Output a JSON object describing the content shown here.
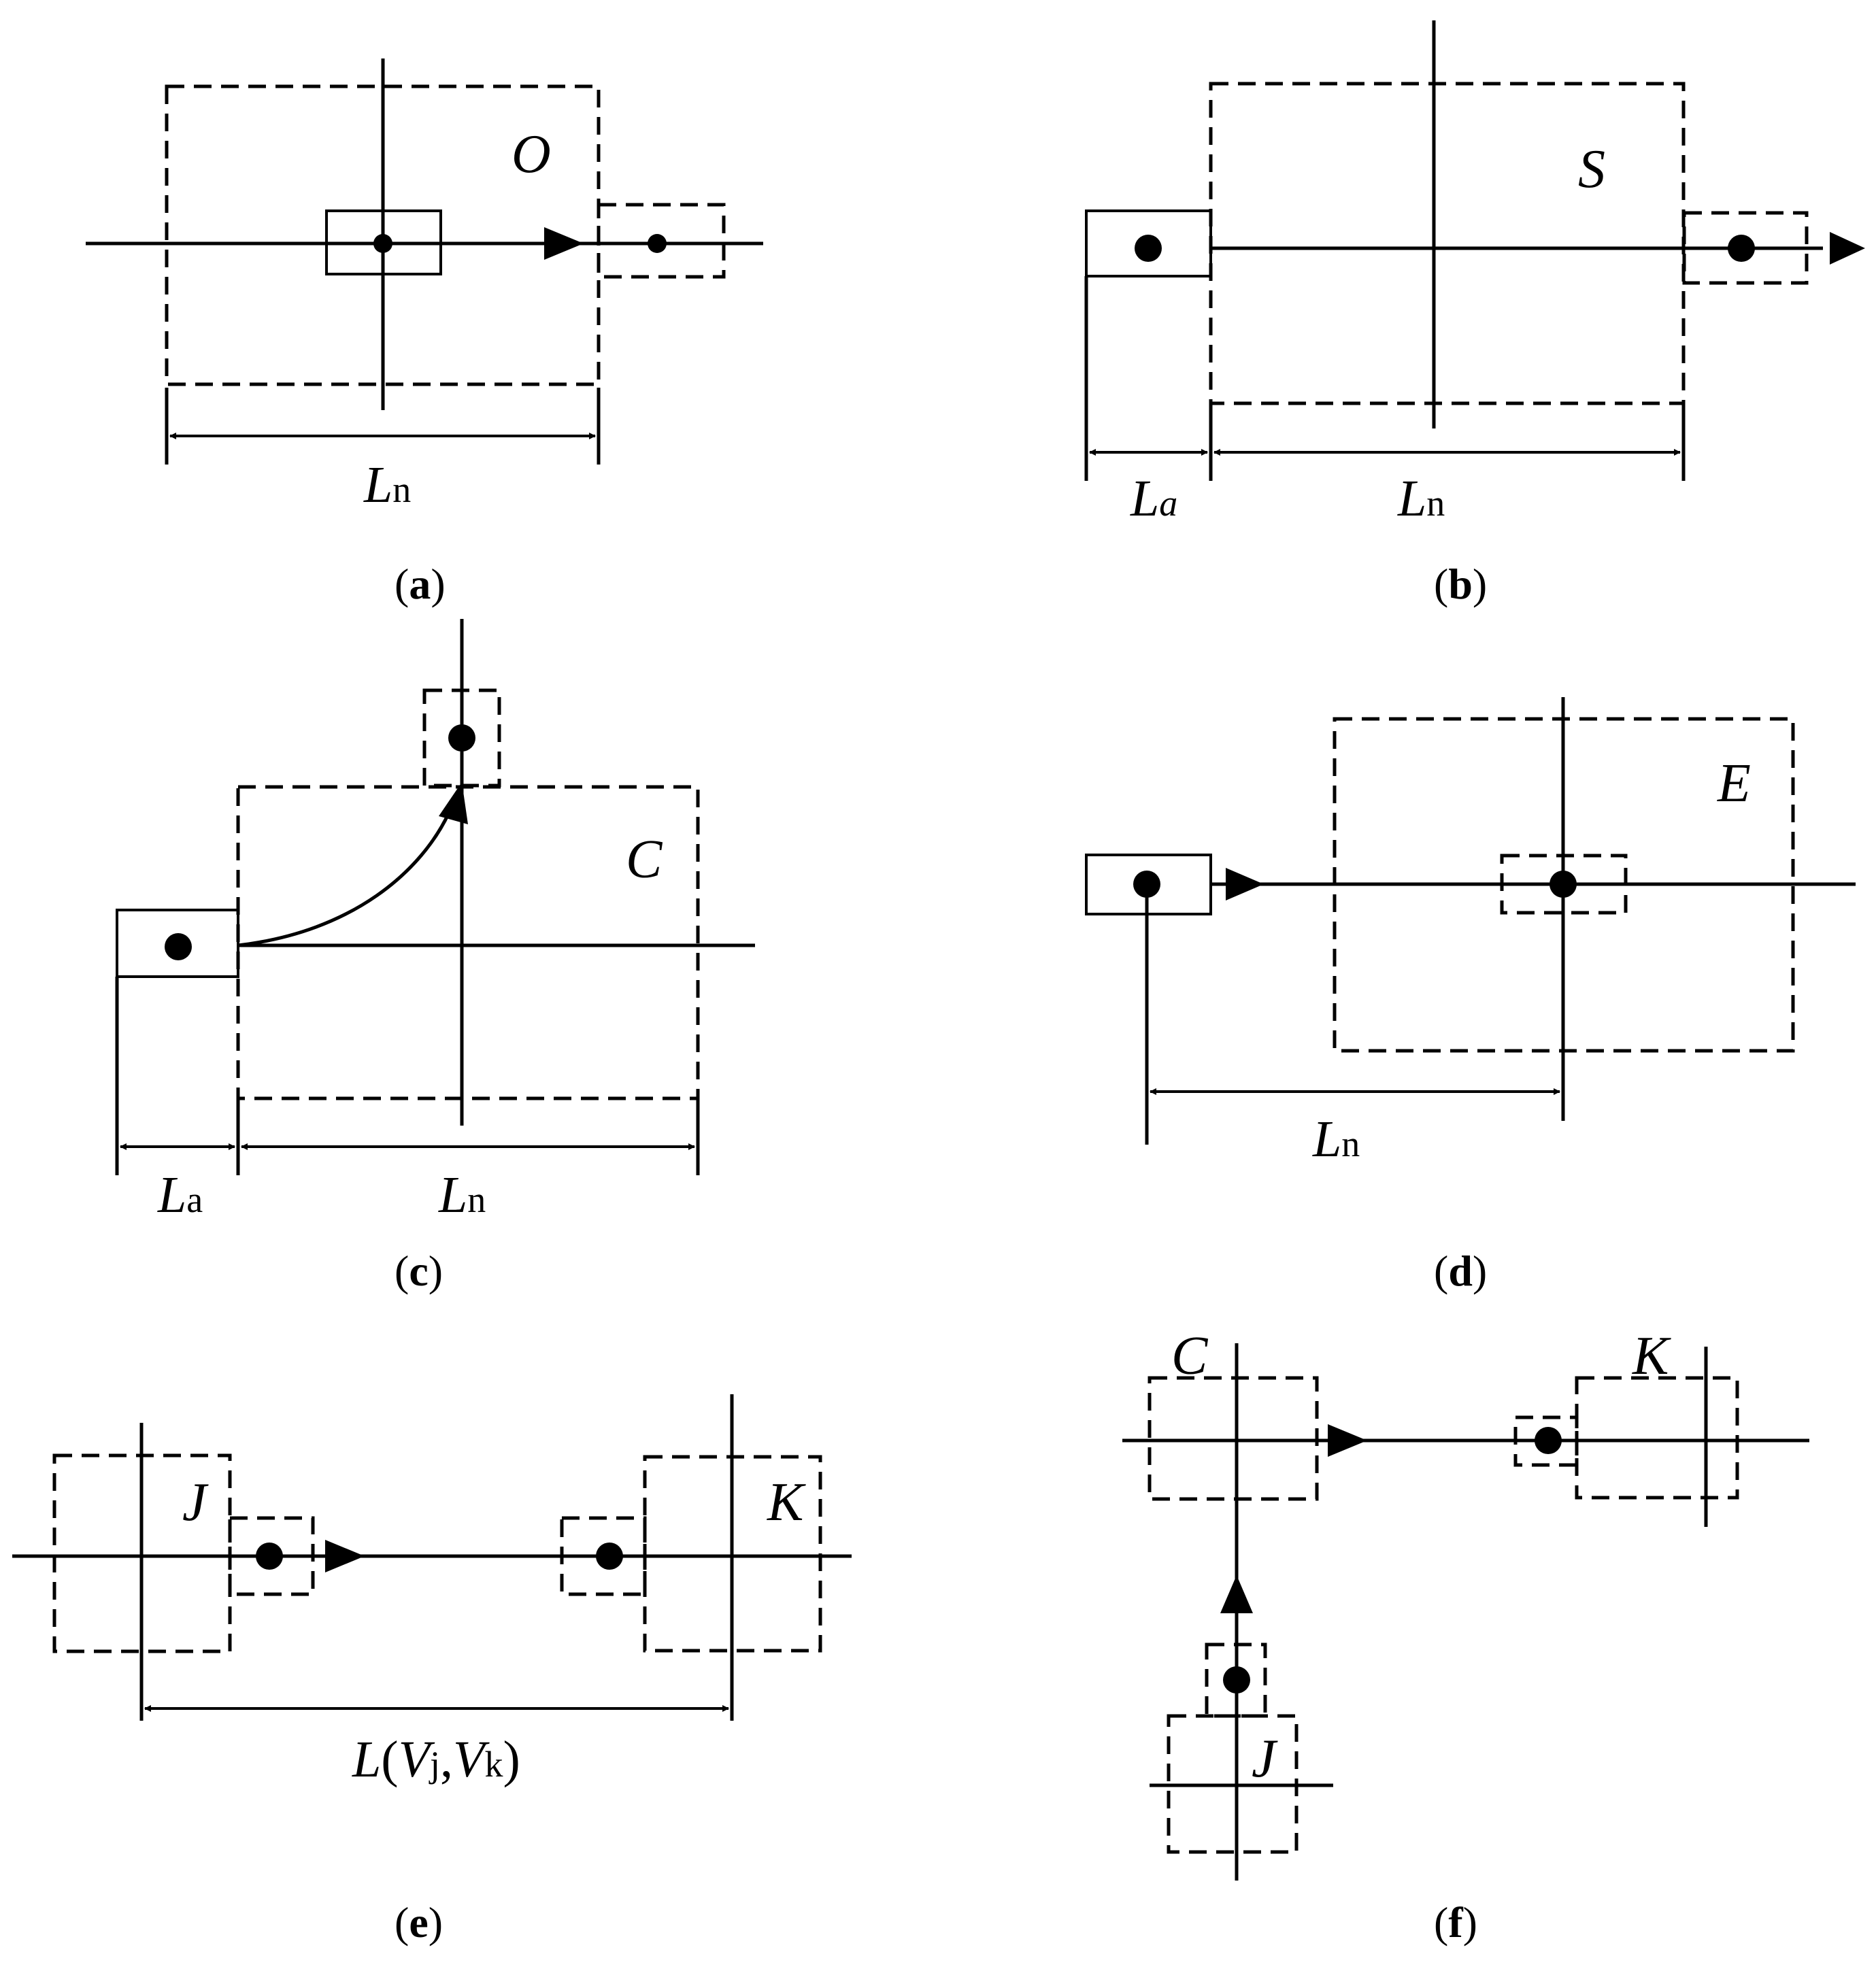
{
  "panels": {
    "a": {
      "region": "O",
      "dim_n_main": "L",
      "dim_n_sub": "n",
      "caption_letter": "a"
    },
    "b": {
      "region": "S",
      "dim_a_main": "L",
      "dim_a_sub": "a",
      "dim_n_main": "L",
      "dim_n_sub": "n",
      "caption_letter": "b"
    },
    "c": {
      "region": "C",
      "dim_a_main": "L",
      "dim_a_sub": "a",
      "dim_n_main": "L",
      "dim_n_sub": "n",
      "caption_letter": "c"
    },
    "d": {
      "region": "E",
      "dim_n_main": "L",
      "dim_n_sub": "n",
      "caption_letter": "d"
    },
    "e": {
      "region_left": "J",
      "region_right": "K",
      "dim_func": "L",
      "dim_v1": "V",
      "dim_v1_sub": "j",
      "dim_v2": "V",
      "dim_v2_sub": "k",
      "caption_letter": "e"
    },
    "f": {
      "region_c": "C",
      "region_k": "K",
      "region_j": "J",
      "caption_letter": "f"
    }
  },
  "captions": {
    "open": "(",
    "close": ")"
  },
  "colors": {
    "stroke": "#000000",
    "background": "#ffffff"
  }
}
